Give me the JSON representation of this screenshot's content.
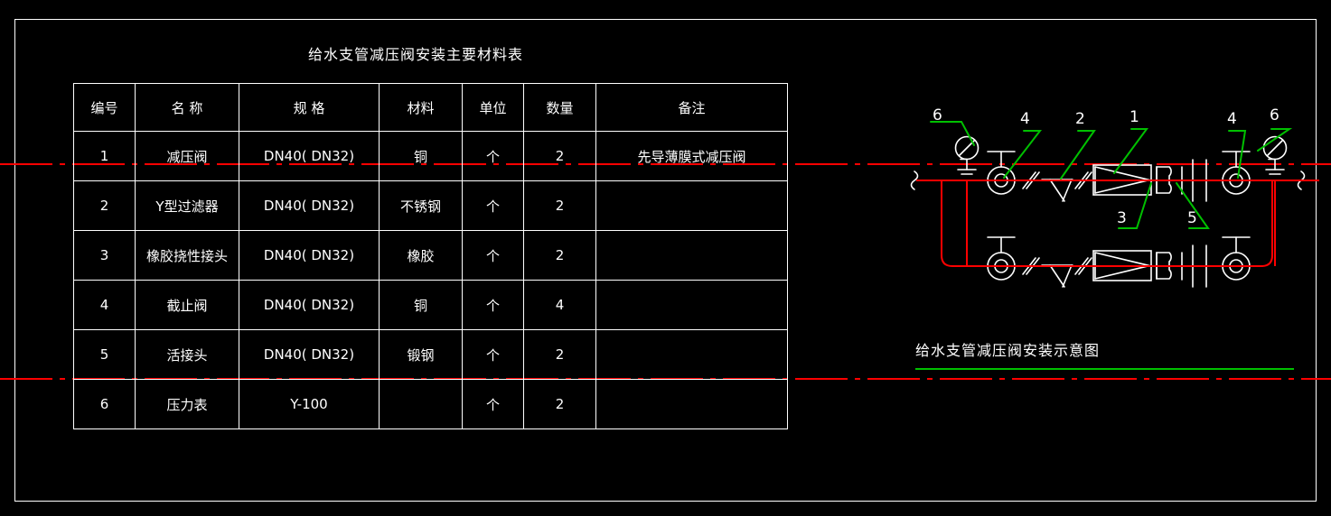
{
  "colors": {
    "background": "#000000",
    "line": "#ffffff",
    "pipe_red": "#ff0000",
    "leader_green": "#00c000"
  },
  "table": {
    "title": "给水支管减压阀安装主要材料表",
    "headers": [
      "编号",
      "名  称",
      "规  格",
      "材料",
      "单位",
      "数量",
      "备注"
    ],
    "rows": [
      {
        "no": "1",
        "name": "减压阀",
        "spec": "DN40( DN32)",
        "material": "铜",
        "unit": "个",
        "qty": "2",
        "remark": "先导薄膜式减压阀"
      },
      {
        "no": "2",
        "name": "Y型过滤器",
        "spec": "DN40( DN32)",
        "material": "不锈钢",
        "unit": "个",
        "qty": "2",
        "remark": ""
      },
      {
        "no": "3",
        "name": "橡胶挠性接头",
        "spec": "DN40( DN32)",
        "material": "橡胶",
        "unit": "个",
        "qty": "2",
        "remark": ""
      },
      {
        "no": "4",
        "name": "截止阀",
        "spec": "DN40( DN32)",
        "material": "铜",
        "unit": "个",
        "qty": "4",
        "remark": ""
      },
      {
        "no": "5",
        "name": "活接头",
        "spec": "DN40( DN32)",
        "material": "锻钢",
        "unit": "个",
        "qty": "2",
        "remark": ""
      },
      {
        "no": "6",
        "name": "压力表",
        "spec": "Y-100",
        "material": "",
        "unit": "个",
        "qty": "2",
        "remark": ""
      }
    ]
  },
  "diagram": {
    "title": "给水支管减压阀安装示意图",
    "callouts": [
      {
        "id": "c6l",
        "text": "6"
      },
      {
        "id": "c4l",
        "text": "4"
      },
      {
        "id": "c2",
        "text": "2"
      },
      {
        "id": "c1",
        "text": "1"
      },
      {
        "id": "c4r",
        "text": "4"
      },
      {
        "id": "c6r",
        "text": "6"
      },
      {
        "id": "c3",
        "text": "3"
      },
      {
        "id": "c5",
        "text": "5"
      }
    ]
  }
}
